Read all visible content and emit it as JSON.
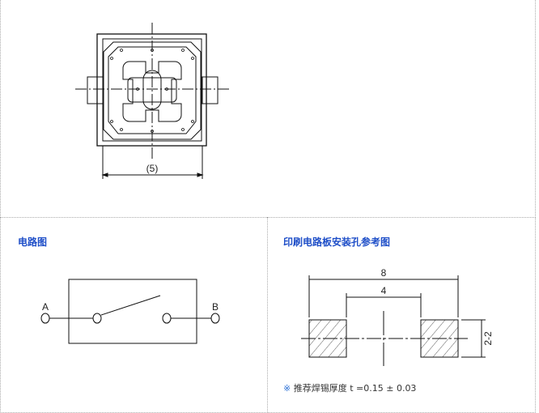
{
  "top_drawing": {
    "dimension_label": "(5)"
  },
  "circuit": {
    "heading": "电路图",
    "terminal_a": "A",
    "terminal_b": "B"
  },
  "pcb": {
    "heading": "印刷电路板安装孔参考图",
    "dim_outer": "8",
    "dim_inner": "4",
    "dim_height": "2-2",
    "note_mark": "※",
    "note_text": "推荐焊锡厚度 t =0.15 ± 0.03"
  }
}
